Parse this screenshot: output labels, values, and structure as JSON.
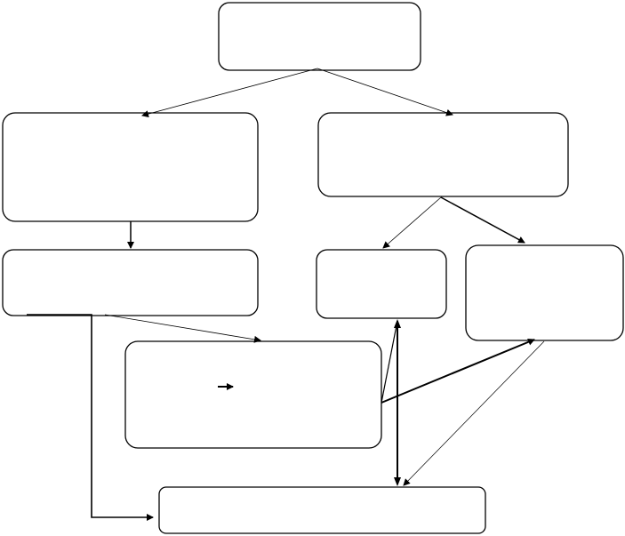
{
  "diagram": {
    "type": "flowchart",
    "stroke_color": "#000000",
    "background_color": "#ffffff",
    "node_count": 8,
    "edge_count": 12
  }
}
